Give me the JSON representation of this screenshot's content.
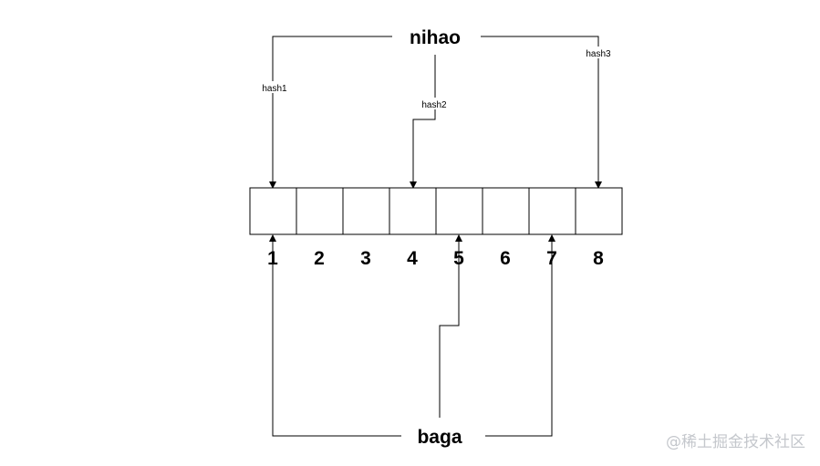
{
  "top_word": "nihao",
  "bottom_word": "baga",
  "hash_labels": [
    "hash1",
    "hash2",
    "hash3"
  ],
  "bit_array": {
    "indices": [
      "1",
      "2",
      "3",
      "4",
      "5",
      "6",
      "7",
      "8"
    ]
  },
  "top_mappings": [
    {
      "hash": "hash1",
      "target_index": 1
    },
    {
      "hash": "hash2",
      "target_index": 4
    },
    {
      "hash": "hash3",
      "target_index": 8
    }
  ],
  "bottom_mappings": [
    {
      "target_index": 1
    },
    {
      "target_index": 5
    },
    {
      "target_index": 7
    }
  ],
  "watermark": "@稀土掘金技术社区"
}
